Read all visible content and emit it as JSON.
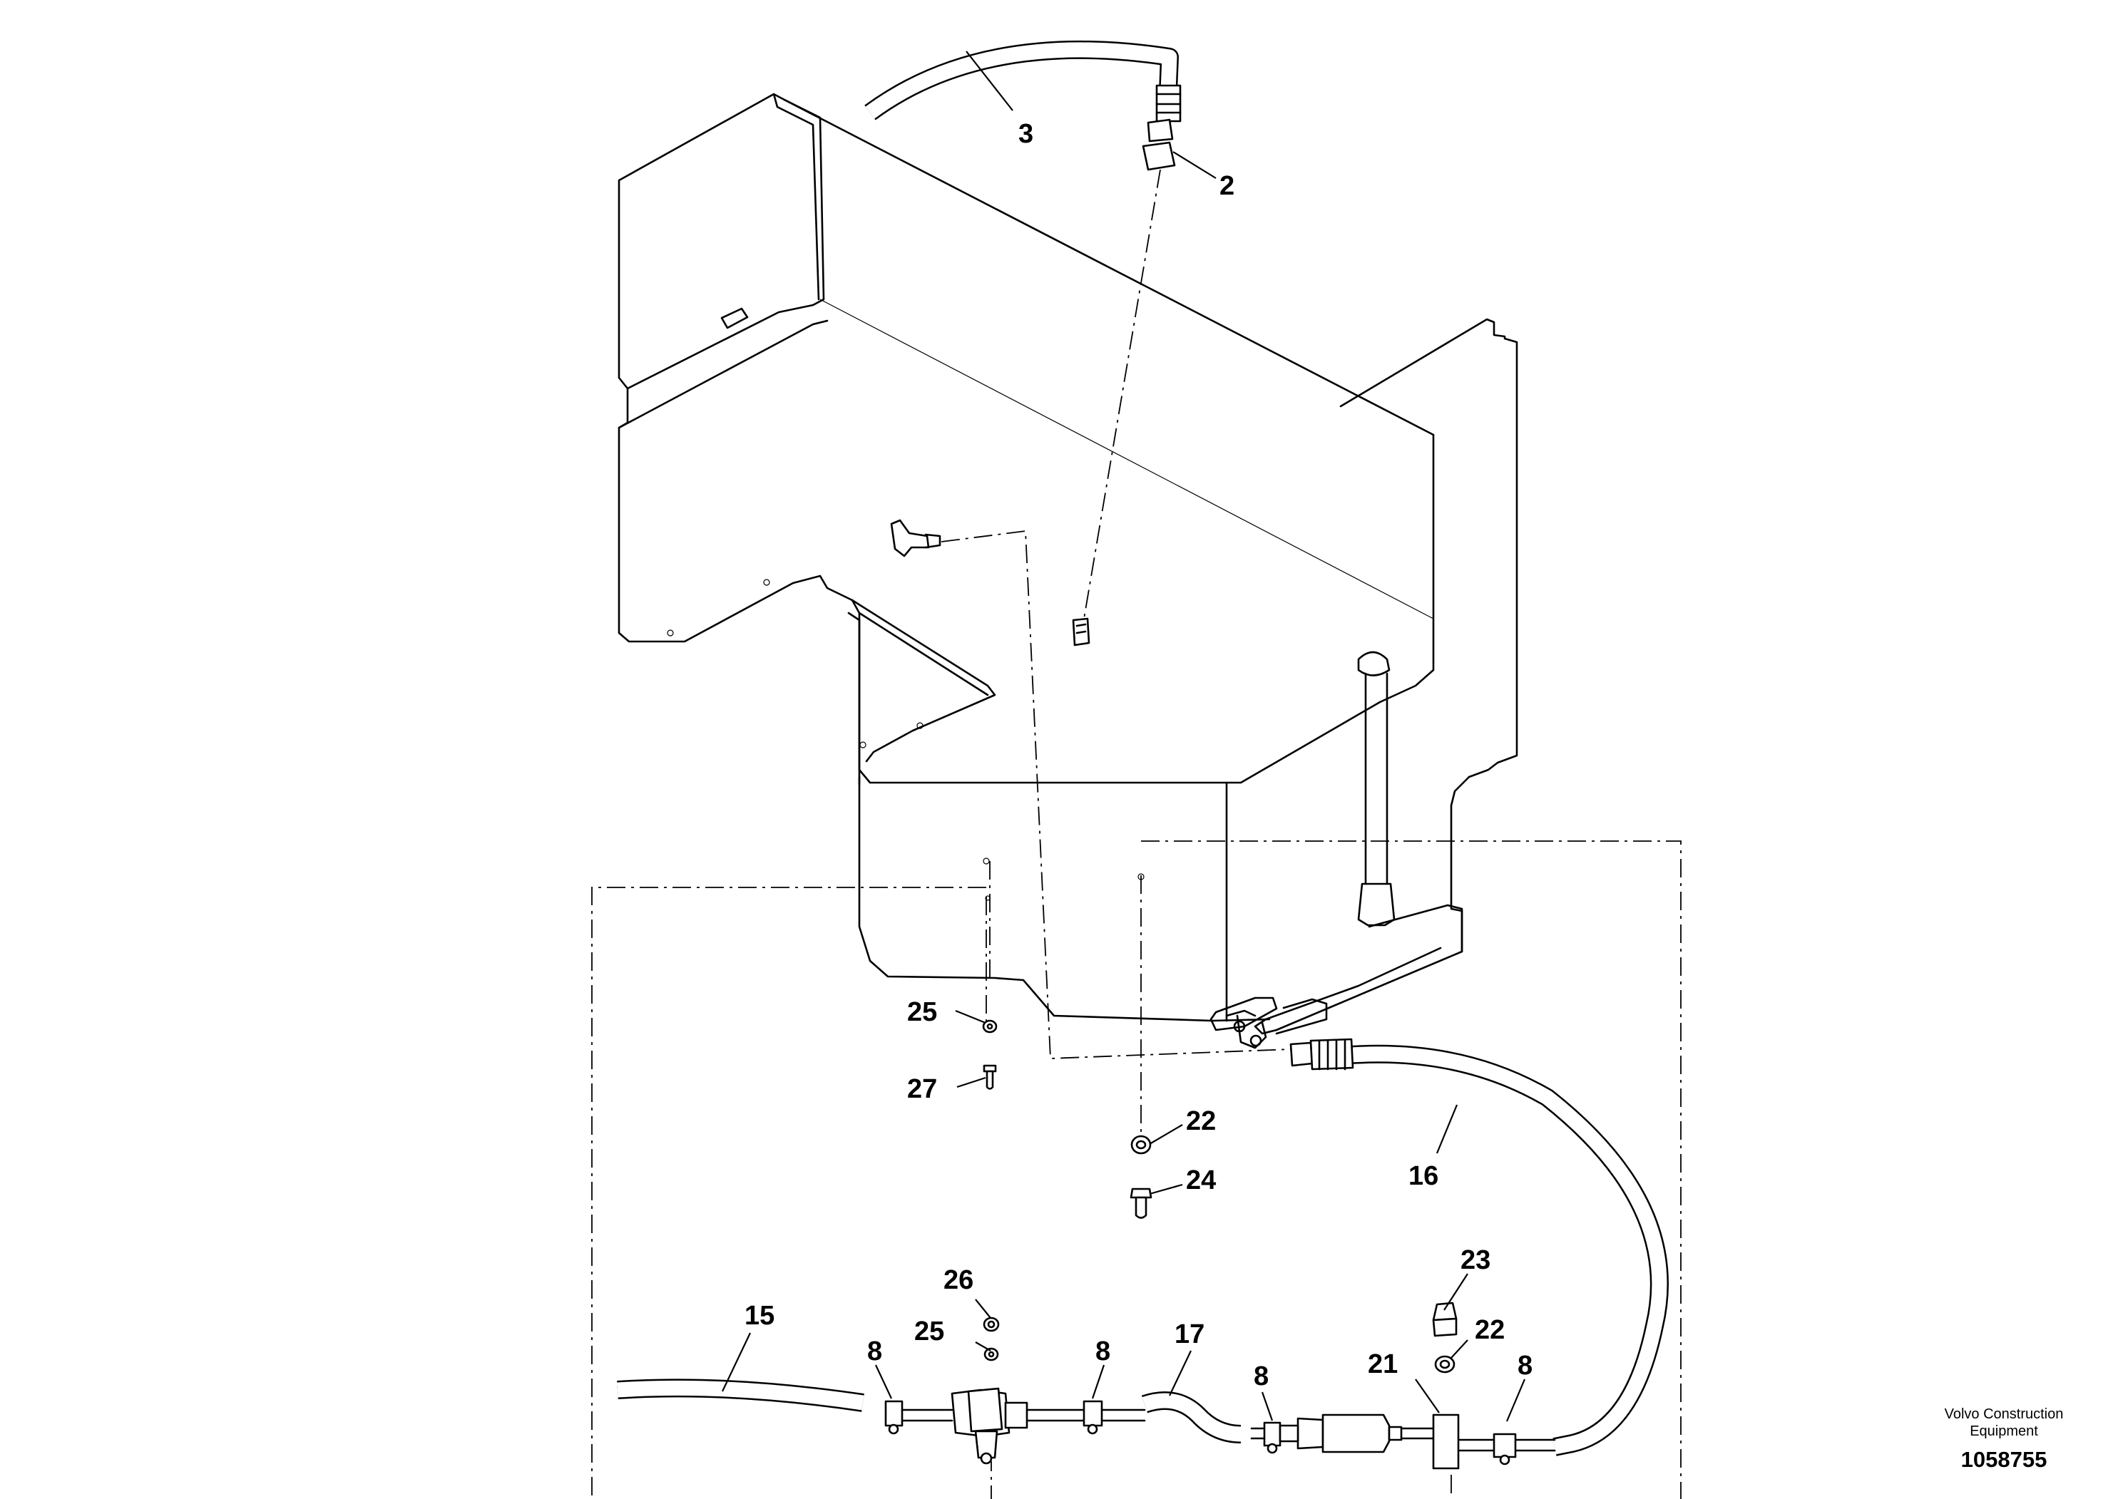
{
  "callouts": [
    {
      "id": "3",
      "label": "3"
    },
    {
      "id": "2",
      "label": "2"
    },
    {
      "id": "25a",
      "label": "25"
    },
    {
      "id": "27",
      "label": "27"
    },
    {
      "id": "22a",
      "label": "22"
    },
    {
      "id": "24",
      "label": "24"
    },
    {
      "id": "16",
      "label": "16"
    },
    {
      "id": "23",
      "label": "23"
    },
    {
      "id": "22b",
      "label": "22"
    },
    {
      "id": "21",
      "label": "21"
    },
    {
      "id": "8d",
      "label": "8"
    },
    {
      "id": "15",
      "label": "15"
    },
    {
      "id": "8a",
      "label": "8"
    },
    {
      "id": "26",
      "label": "26"
    },
    {
      "id": "25b",
      "label": "25"
    },
    {
      "id": "8b",
      "label": "8"
    },
    {
      "id": "17",
      "label": "17"
    },
    {
      "id": "8c",
      "label": "8"
    }
  ],
  "brand": {
    "line1": "Volvo Construction",
    "line2": "Equipment"
  },
  "document_number": "1058755"
}
